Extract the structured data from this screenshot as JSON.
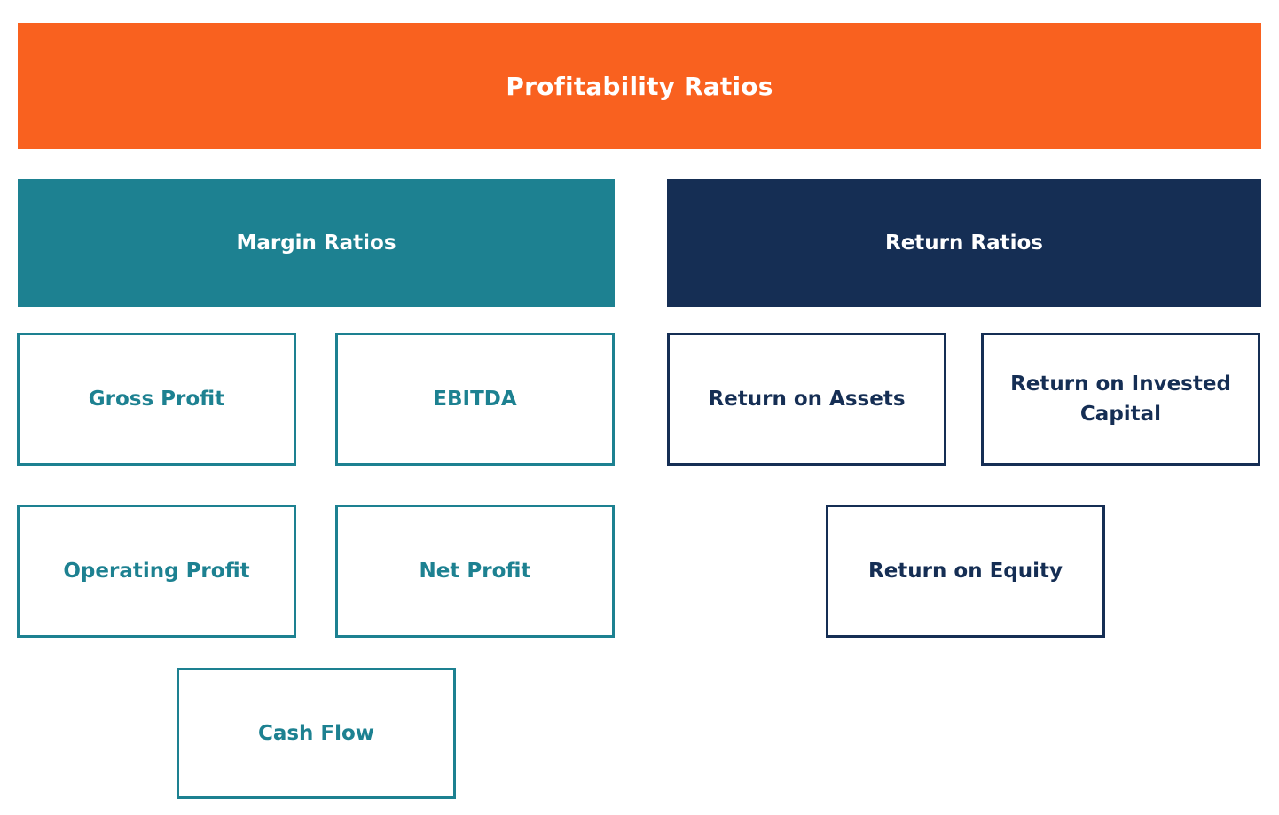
{
  "diagram": {
    "title": "Profitability Ratios",
    "colors": {
      "banner_background": "#f9611f",
      "banner_text": "#ffffff",
      "margin_accent": "#1d8191",
      "return_accent": "#152e54",
      "page_background": "#ffffff",
      "node_background": "#ffffff"
    },
    "branches": [
      {
        "key": "margin",
        "header": "Margin Ratios",
        "accent": "#1d8191",
        "nodes": [
          {
            "label": "Gross Profit"
          },
          {
            "label": "EBITDA"
          },
          {
            "label": "Operating Profit"
          },
          {
            "label": "Net Profit"
          },
          {
            "label": "Cash Flow"
          }
        ]
      },
      {
        "key": "return",
        "header": "Return Ratios",
        "accent": "#152e54",
        "nodes": [
          {
            "label": "Return on Assets"
          },
          {
            "label": "Return on Invested Capital"
          },
          {
            "label": "Return on Equity"
          }
        ]
      }
    ]
  }
}
